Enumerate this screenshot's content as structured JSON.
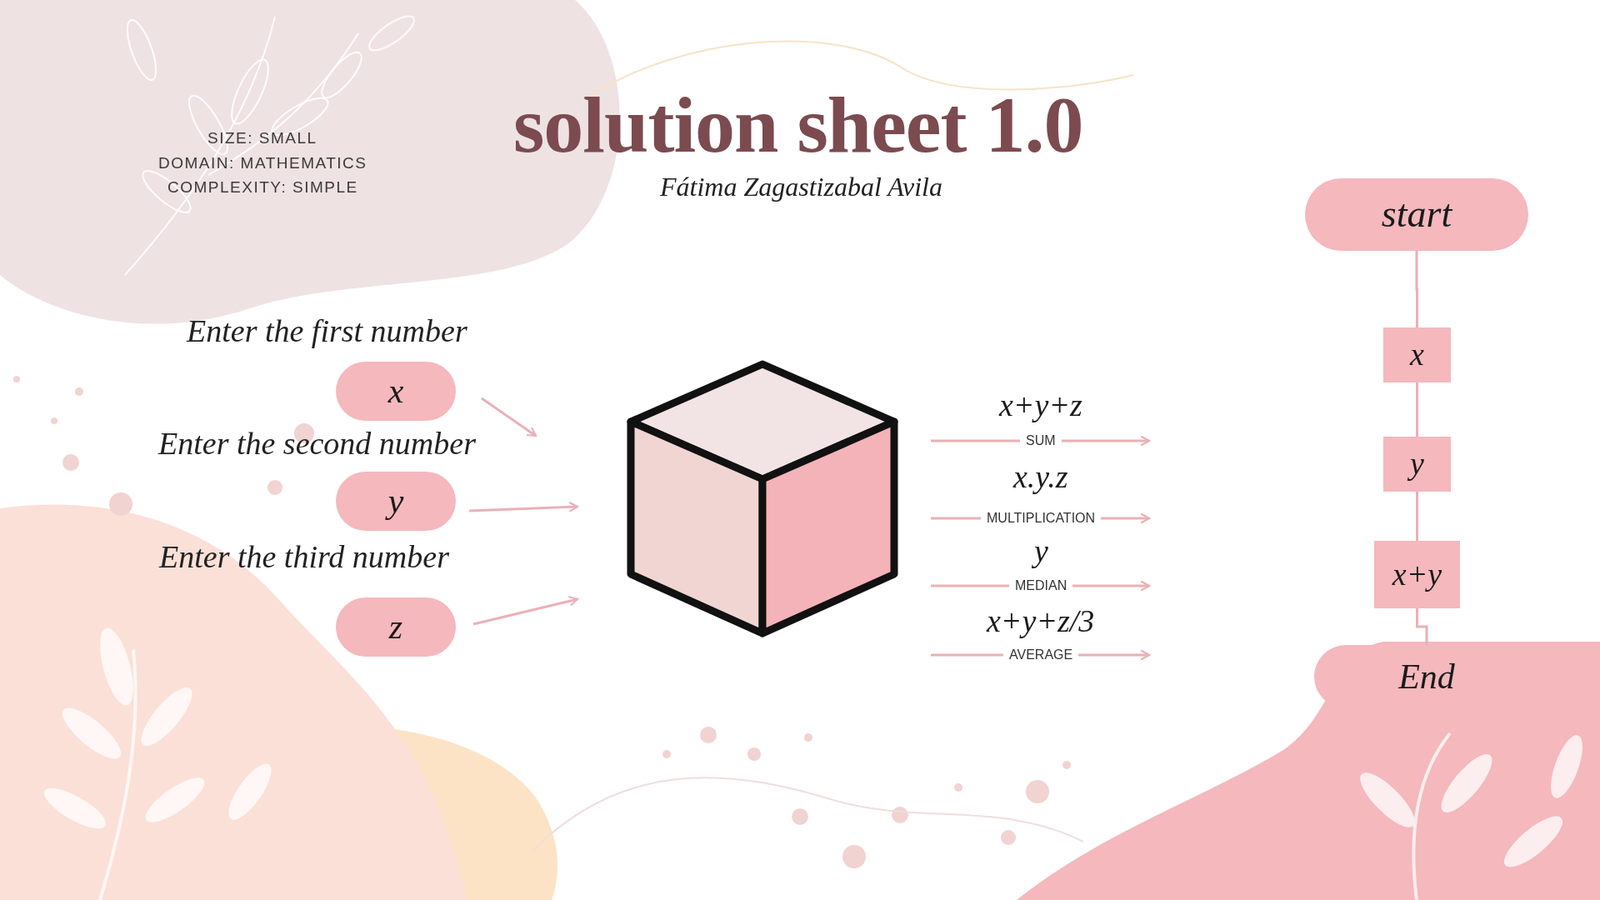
{
  "diagram": {
    "title": "solution sheet 1.0",
    "nodes": [
      {
        "text": [
          "x"
        ]
      },
      {
        "text": [
          "y"
        ]
      },
      {
        "text": [
          "z"
        ]
      },
      {
        "text": [
          "start"
        ]
      },
      {
        "text": [
          "x"
        ]
      },
      {
        "text": [
          "y"
        ]
      },
      {
        "text": [
          "x+y"
        ]
      },
      {
        "text": [
          "End"
        ]
      }
    ],
    "edges": [
      {
        "from": 3,
        "to": 4,
        "arrow": "none"
      },
      {
        "from": 4,
        "to": 5,
        "arrow": "none"
      },
      {
        "from": 5,
        "to": 6,
        "arrow": "none"
      },
      {
        "from": 6,
        "to": 7,
        "arrow": "none"
      }
    ],
    "labels": [
      "SIZE: SMALL",
      "DOMAIN: MATHEMATICS",
      "COMPLEXITY: SIMPLE",
      "Fátima Zagastizabal Avila",
      "Enter the first number",
      "Enter the second number",
      "Enter the third number",
      "x+y+z",
      "SUM",
      "x.y.z",
      "MULTIPLICATION",
      "y",
      "MEDIAN",
      "x+y+z/3",
      "AVERAGE"
    ]
  }
}
